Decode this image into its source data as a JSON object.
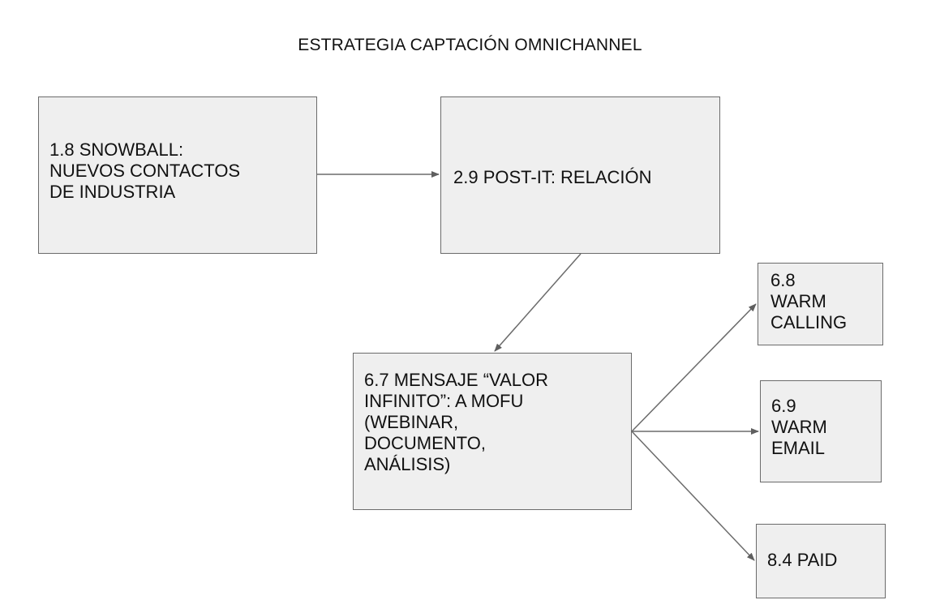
{
  "title": "ESTRATEGIA CAPTACIÓN OMNICHANNEL",
  "nodes": {
    "snowball": "1.8 SNOWBALL:\nNUEVOS CONTACTOS\nDE INDUSTRIA",
    "post_it": "2.9 POST-IT: RELACIÓN",
    "mensaje": "6.7 MENSAJE “VALOR\nINFINITO”: A MOFU\n(WEBINAR,\nDOCUMENTO,\nANÁLISIS)",
    "warm_calling": "6.8\nWARM\nCALLING",
    "warm_email": "6.9\nWARM\nEMAIL",
    "paid": "8.4 PAID"
  },
  "edges": [
    {
      "from": "snowball",
      "to": "post_it"
    },
    {
      "from": "post_it",
      "to": "mensaje"
    },
    {
      "from": "mensaje",
      "to": "warm_calling"
    },
    {
      "from": "mensaje",
      "to": "warm_email"
    },
    {
      "from": "mensaje",
      "to": "paid"
    }
  ]
}
